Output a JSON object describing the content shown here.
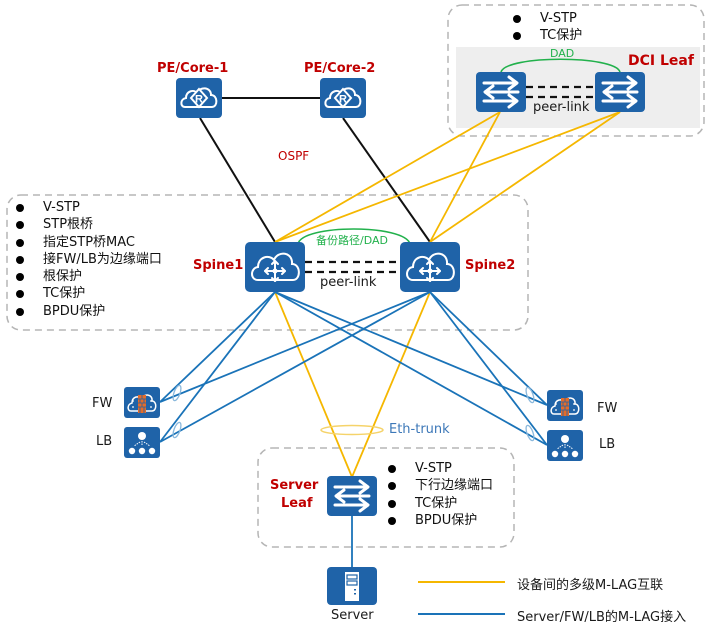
{
  "colors": {
    "device_blue": "#1f63a8",
    "mlag_link": "#f5b700",
    "access_link": "#1a73b8",
    "dad_link": "#22b14c",
    "label_red": "#c00000",
    "dashed_border": "#b5b5b5",
    "dci_panel_bg": "#eeeeee"
  },
  "devices": {
    "pe1": {
      "label": "PE/Core-1",
      "icon": "router-cloud-icon"
    },
    "pe2": {
      "label": "PE/Core-2",
      "icon": "router-cloud-icon"
    },
    "dci_leaf": {
      "label": "DCI Leaf",
      "icon": "switch-icon"
    },
    "spine1": {
      "label": "Spine1",
      "icon": "cloud-switch-icon"
    },
    "spine2": {
      "label": "Spine2",
      "icon": "cloud-switch-icon"
    },
    "fw_left": {
      "label": "FW",
      "icon": "firewall-icon"
    },
    "lb_left": {
      "label": "LB",
      "icon": "load-balancer-icon"
    },
    "fw_right": {
      "label": "FW",
      "icon": "firewall-icon"
    },
    "lb_right": {
      "label": "LB",
      "icon": "load-balancer-icon"
    },
    "server_leaf": {
      "label_line1": "Server",
      "label_line2": "Leaf",
      "icon": "switch-icon"
    },
    "server": {
      "label": "Server",
      "icon": "server-icon"
    }
  },
  "link_labels": {
    "ospf": "OSPF",
    "dci_dad": "DAD",
    "dci_peer_link": "peer-link",
    "spine_dad": "备份路径/DAD",
    "spine_peer_link": "peer-link",
    "eth_trunk": "Eth-trunk"
  },
  "feature_lists": {
    "dci": [
      "V-STP",
      "TC保护"
    ],
    "spine": [
      "V-STP",
      "STP根桥",
      "指定STP桥MAC",
      "接FW/LB为边缘端口",
      "根保护",
      "TC保护",
      "BPDU保护"
    ],
    "server_leaf": [
      "V-STP",
      "下行边缘端口",
      "TC保护",
      "BPDU保护"
    ]
  },
  "legend": [
    {
      "label": "设备间的多级M-LAG互联",
      "type": "mlag_link"
    },
    {
      "label": "Server/FW/LB的M-LAG接入",
      "type": "access_link"
    }
  ]
}
